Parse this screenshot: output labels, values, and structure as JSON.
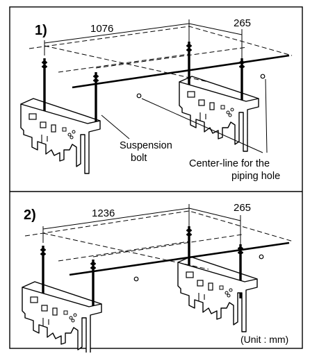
{
  "panel1": {
    "step": "1)",
    "dim_a": "1076",
    "dim_b": "265",
    "suspension_l1": "Suspension",
    "suspension_l2": "bolt",
    "center_l1": "Center-line for the",
    "center_l2": "piping hole"
  },
  "panel2": {
    "step": "2)",
    "dim_a": "1236",
    "dim_b": "265"
  },
  "unit": "(Unit : mm)",
  "colors": {
    "line": "#000000",
    "background": "#ffffff"
  }
}
